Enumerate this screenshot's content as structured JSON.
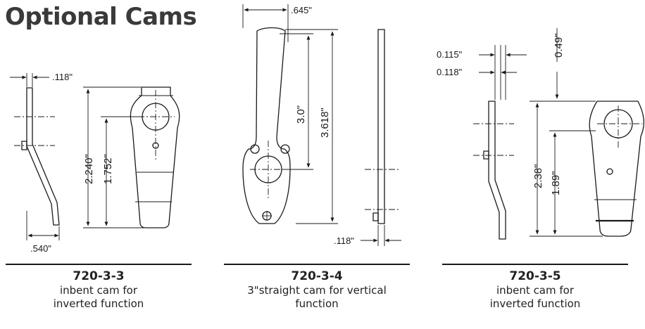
{
  "title": "Optional Cams",
  "cams": [
    {
      "part_number": "720-3-3",
      "desc_line1": "inbent cam for",
      "desc_line2": "inverted function",
      "dims": {
        "thickness": ".118\"",
        "offset": ".540\"",
        "overall": "2.240\"",
        "center": "1.752\""
      }
    },
    {
      "part_number": "720-3-4",
      "desc_line1": "3\"straight cam for vertical",
      "desc_line2": "function",
      "dims": {
        "width": ".645\"",
        "center": "3.0\"",
        "overall": "3.618\"",
        "thickness": ".118\""
      }
    },
    {
      "part_number": "720-3-5",
      "desc_line1": "inbent cam for",
      "desc_line2": "inverted function",
      "dims": {
        "thickness_a": "0.115\"",
        "thickness_b": "0.118\"",
        "top": "0.49\"",
        "overall": "2.38\"",
        "center": "1.89\""
      }
    }
  ]
}
